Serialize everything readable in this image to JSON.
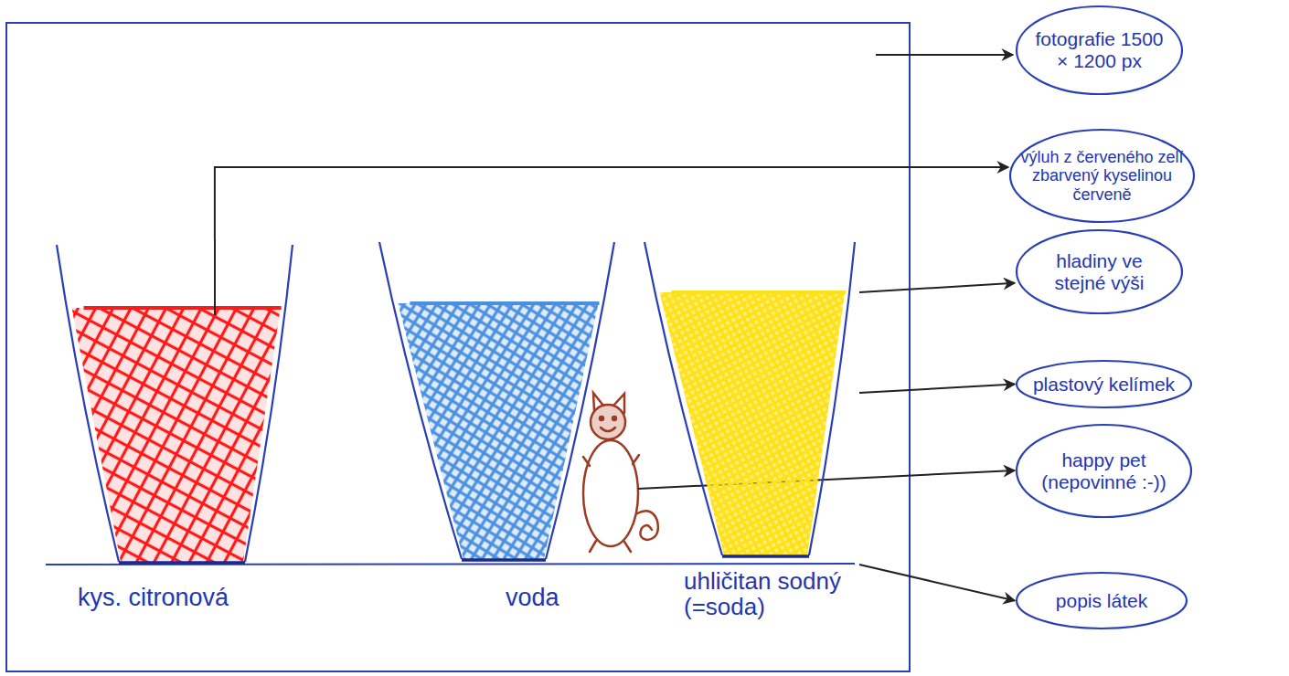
{
  "diagram": {
    "nodes": [
      {
        "text": [
          "kys. citronová"
        ]
      },
      {
        "text": [
          "voda"
        ]
      },
      {
        "text": [
          "uhličitan sodný (=soda)"
        ]
      },
      {
        "text": [
          "fotografie 1500 × 1200 px"
        ]
      },
      {
        "text": [
          "výluh z červeného zelí zbarvený kyselinou červeně"
        ]
      },
      {
        "text": [
          "hladiny ve stejné výši"
        ]
      },
      {
        "text": [
          "plastový kelímek"
        ]
      },
      {
        "text": [
          "happy pet (nepovinné :-))"
        ]
      },
      {
        "text": [
          "popis látek"
        ]
      }
    ],
    "edges": [
      {
        "from": 0,
        "to": 4,
        "arrow": "to"
      },
      {
        "from": 2,
        "to": 5,
        "arrow": "to"
      },
      {
        "from": 2,
        "to": 6,
        "arrow": "to"
      },
      {
        "from": 2,
        "to": 8,
        "arrow": "to"
      }
    ]
  }
}
